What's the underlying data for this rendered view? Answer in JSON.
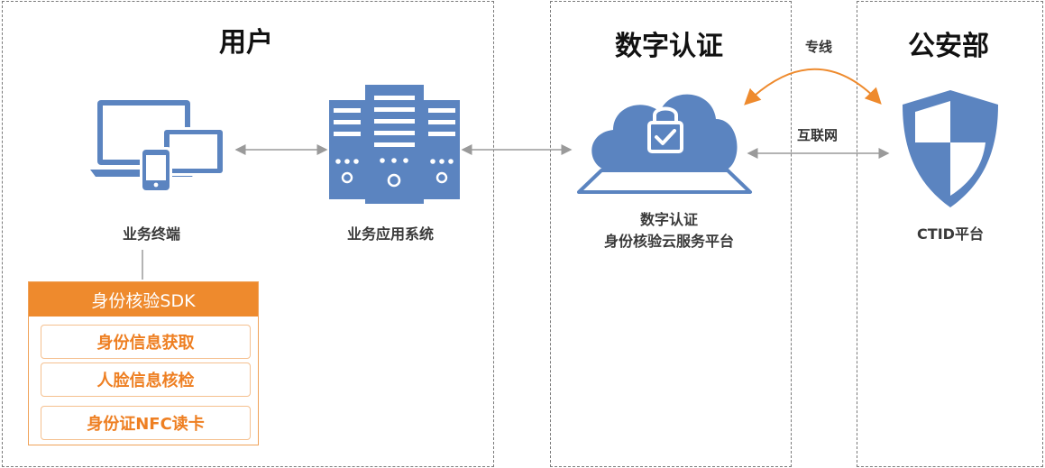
{
  "zones": {
    "user": "用户",
    "auth": "数字认证",
    "police": "公安部"
  },
  "nodes": {
    "terminal": "业务终端",
    "app_system": "业务应用系统",
    "cloud_line1": "数字认证",
    "cloud_line2": "身份核验云服务平台",
    "ctid": "CTID平台"
  },
  "connections": {
    "dedicated_line": "专线",
    "internet": "互联网"
  },
  "sdk": {
    "title": "身份核验SDK",
    "items": [
      "身份信息获取",
      "人脸信息核检",
      "身份证NFC读卡"
    ]
  },
  "colors": {
    "icon_blue": "#5b84c0",
    "sdk_orange": "#ee8a2d",
    "curve_orange": "#ee8a2d",
    "arrow_gray": "#9a9a9a"
  }
}
